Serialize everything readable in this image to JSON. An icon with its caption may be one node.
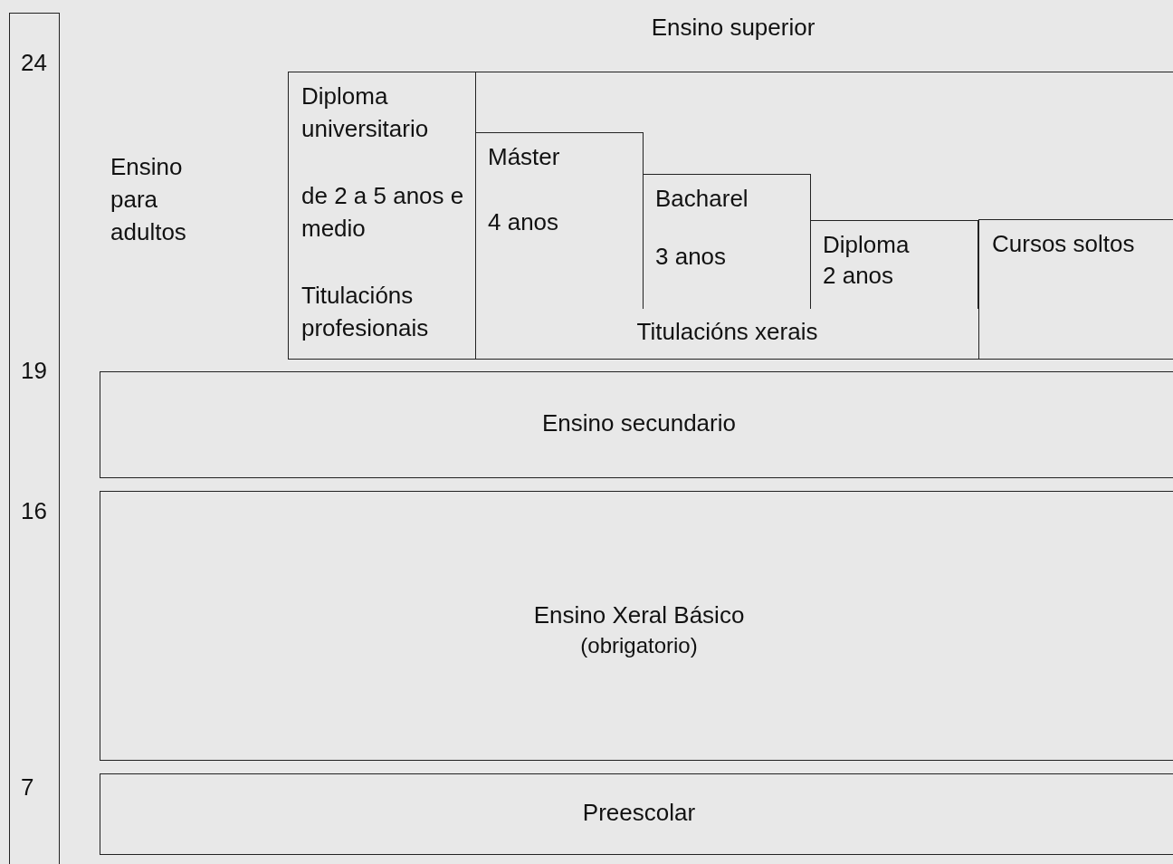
{
  "diagram": {
    "nodes": [
      {
        "text": [
          "24",
          "19",
          "16",
          "7"
        ]
      },
      {
        "text": [
          "Diploma universitario",
          "de 2 a 5 anos e medio",
          "Titulacións profesionais"
        ]
      },
      {
        "text": [
          "Titulacións xerais"
        ]
      },
      {
        "text": [
          "Máster",
          "4 anos"
        ],
        "in": 2
      },
      {
        "text": [
          "Bacharel",
          "3 anos"
        ],
        "in": 2
      },
      {
        "text": [
          "Diploma",
          "2 anos"
        ],
        "in": 2
      },
      {
        "text": [
          "Cursos soltos"
        ]
      },
      {
        "text": [
          "Ensino secundario"
        ]
      },
      {
        "text": [
          "Ensino Xeral Básico",
          "(obrigatorio)"
        ]
      },
      {
        "text": [
          "Preescolar"
        ]
      }
    ],
    "labels": [
      "Ensino superior",
      "Ensino para adultos"
    ]
  }
}
